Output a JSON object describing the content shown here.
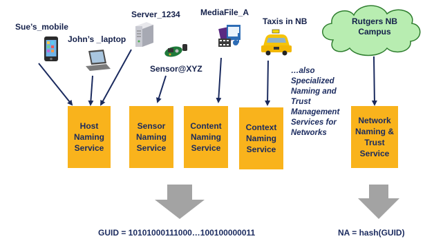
{
  "devices": {
    "sue": "Sue’s_mobile",
    "john": "John’s _laptop",
    "server": "Server_1234",
    "sensor": "Sensor@XYZ",
    "media": "MediaFile_A",
    "taxi": "Taxis in NB",
    "campus": "Rutgers NB Campus"
  },
  "boxes": {
    "host": "Host Naming Service",
    "sensor": "Sensor Naming Service",
    "content": "Content Naming Service",
    "context": "Context Naming Service",
    "network": "Network Naming & Trust Service"
  },
  "note": "…also Specialized Naming and Trust Management Services for Networks",
  "guid": "GUID = 10101000111000…100100000011",
  "na": "NA = hash(GUID)",
  "colors": {
    "box": "#f9b31c",
    "arrow": "#1a2a5e",
    "cloud": "#b8edb1",
    "big_arrow": "#a3a3a3"
  }
}
